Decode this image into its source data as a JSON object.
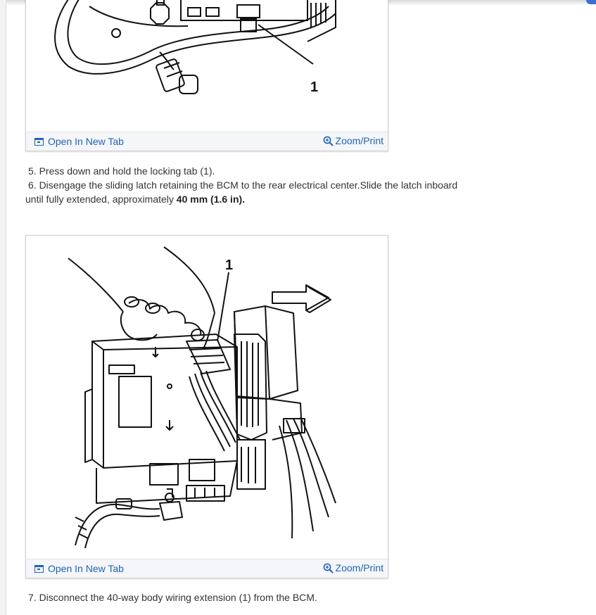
{
  "figures": [
    {
      "open_label": "Open In New Tab",
      "zoom_label": "Zoom/Print",
      "callout": "1"
    },
    {
      "open_label": "Open In New Tab",
      "zoom_label": "Zoom/Print",
      "callout": "1"
    }
  ],
  "steps": {
    "s5": "5. Press down and hold the locking tab (1).",
    "s6a": "6. Disengage the sliding latch retaining the BCM to the rear electrical center.Slide the latch inboard",
    "s6b_prefix": "until fully extended, approximately ",
    "s6b_bold": "40 mm (1.6 in).",
    "s7": "7. Disconnect the 40-way body wiring extension (1) from the BCM."
  },
  "colors": {
    "link": "#2163b4",
    "bar": "#f4f6f9",
    "accent": "#3b6fd0"
  },
  "icons": {
    "open": "new-tab-icon",
    "zoom": "zoom-in-icon"
  }
}
